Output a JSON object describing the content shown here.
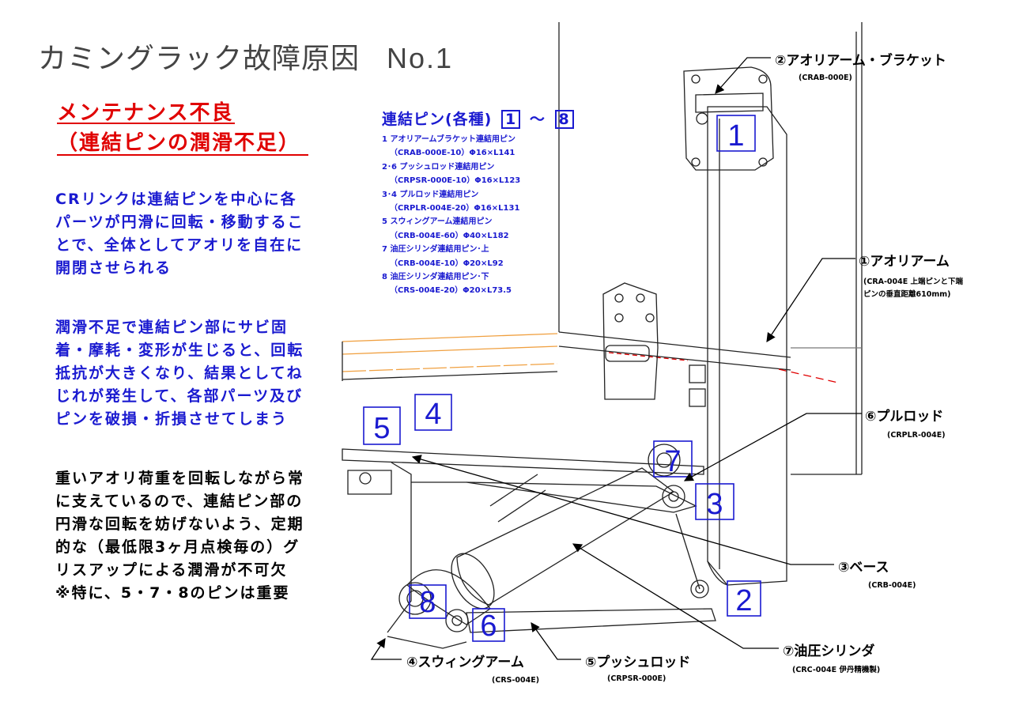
{
  "title": {
    "main": "カミングラック故障原因",
    "number": "No.1"
  },
  "subtitle": {
    "line1": "メンテナンス不良",
    "line2": "（連結ピンの潤滑不足）"
  },
  "paragraphs": {
    "p1": [
      "CRリンクは連結ピンを中心に各",
      "パーツが円滑に回転・移動するこ",
      "とで、全体としてアオリを自在に",
      "開閉させられる"
    ],
    "p2": [
      "潤滑不足で連結ピン部にサビ固",
      "着・摩耗・変形が生じると、回転",
      "抵抗が大きくなり、結果としてね",
      "じれが発生して、各部パーツ及び",
      "ピンを破損・折損させてしまう"
    ],
    "p3": [
      "重いアオリ荷重を回転しながら常",
      "に支えているので、連結ピン部の",
      "円滑な回転を妨げないよう、定期",
      "的な（最低限3ヶ月点検毎の）グ",
      "リスアップによる潤滑が不可欠",
      "※特に、5・7・8のピンは重要"
    ]
  },
  "pins": {
    "heading": "連結ピン(各種)",
    "range_from": "1",
    "range_sep": "～",
    "range_to": "8",
    "items": [
      {
        "name": "1  アオリアームブラケット連結用ピン",
        "spec": "（CRAB-000E-10）Φ16×L141"
      },
      {
        "name": "2･6  プッシュロッド連結用ピン",
        "spec": "（CRPSR-000E-10）Φ16×L123"
      },
      {
        "name": "3･4  プルロッド連結用ピン",
        "spec": "（CRPLR-004E-20）Φ16×L131"
      },
      {
        "name": "5  スウィングアーム連結用ピン",
        "spec": "（CRB-004E-60）Φ40×L182"
      },
      {
        "name": "7  油圧シリンダ連結用ピン･上",
        "spec": "（CRB-004E-10）Φ20×L92"
      },
      {
        "name": "8  油圧シリンダ連結用ピン･下",
        "spec": "（CRS-004E-20）Φ20×L73.5"
      }
    ]
  },
  "parts": {
    "bracket": {
      "label": "②アオリアーム・ブラケット",
      "code": "(CRAB-000E)"
    },
    "arm": {
      "label": "①アオリアーム",
      "code1": "(CRA-004E 上端ピンと下端",
      "code2": "ピンの垂直距離610mm)"
    },
    "pullrod": {
      "label": "⑥プルロッド",
      "code": "(CRPLR-004E)"
    },
    "base": {
      "label": "③ベース",
      "code": "(CRB-004E)"
    },
    "cylinder": {
      "label": "⑦油圧シリンダ",
      "code": "(CRC-004E 伊丹精機製)"
    },
    "swing": {
      "label": "④スウィングアーム",
      "code": "(CRS-004E)"
    },
    "pushrod": {
      "label": "⑤プッシュロッド",
      "code": "(CRPSR-000E)"
    }
  },
  "pin_markers": [
    "1",
    "2",
    "3",
    "4",
    "5",
    "6",
    "7",
    "8"
  ],
  "colors": {
    "blue": "#1a1ad0",
    "red": "#e00000",
    "accent_orange": "#f0a040"
  }
}
